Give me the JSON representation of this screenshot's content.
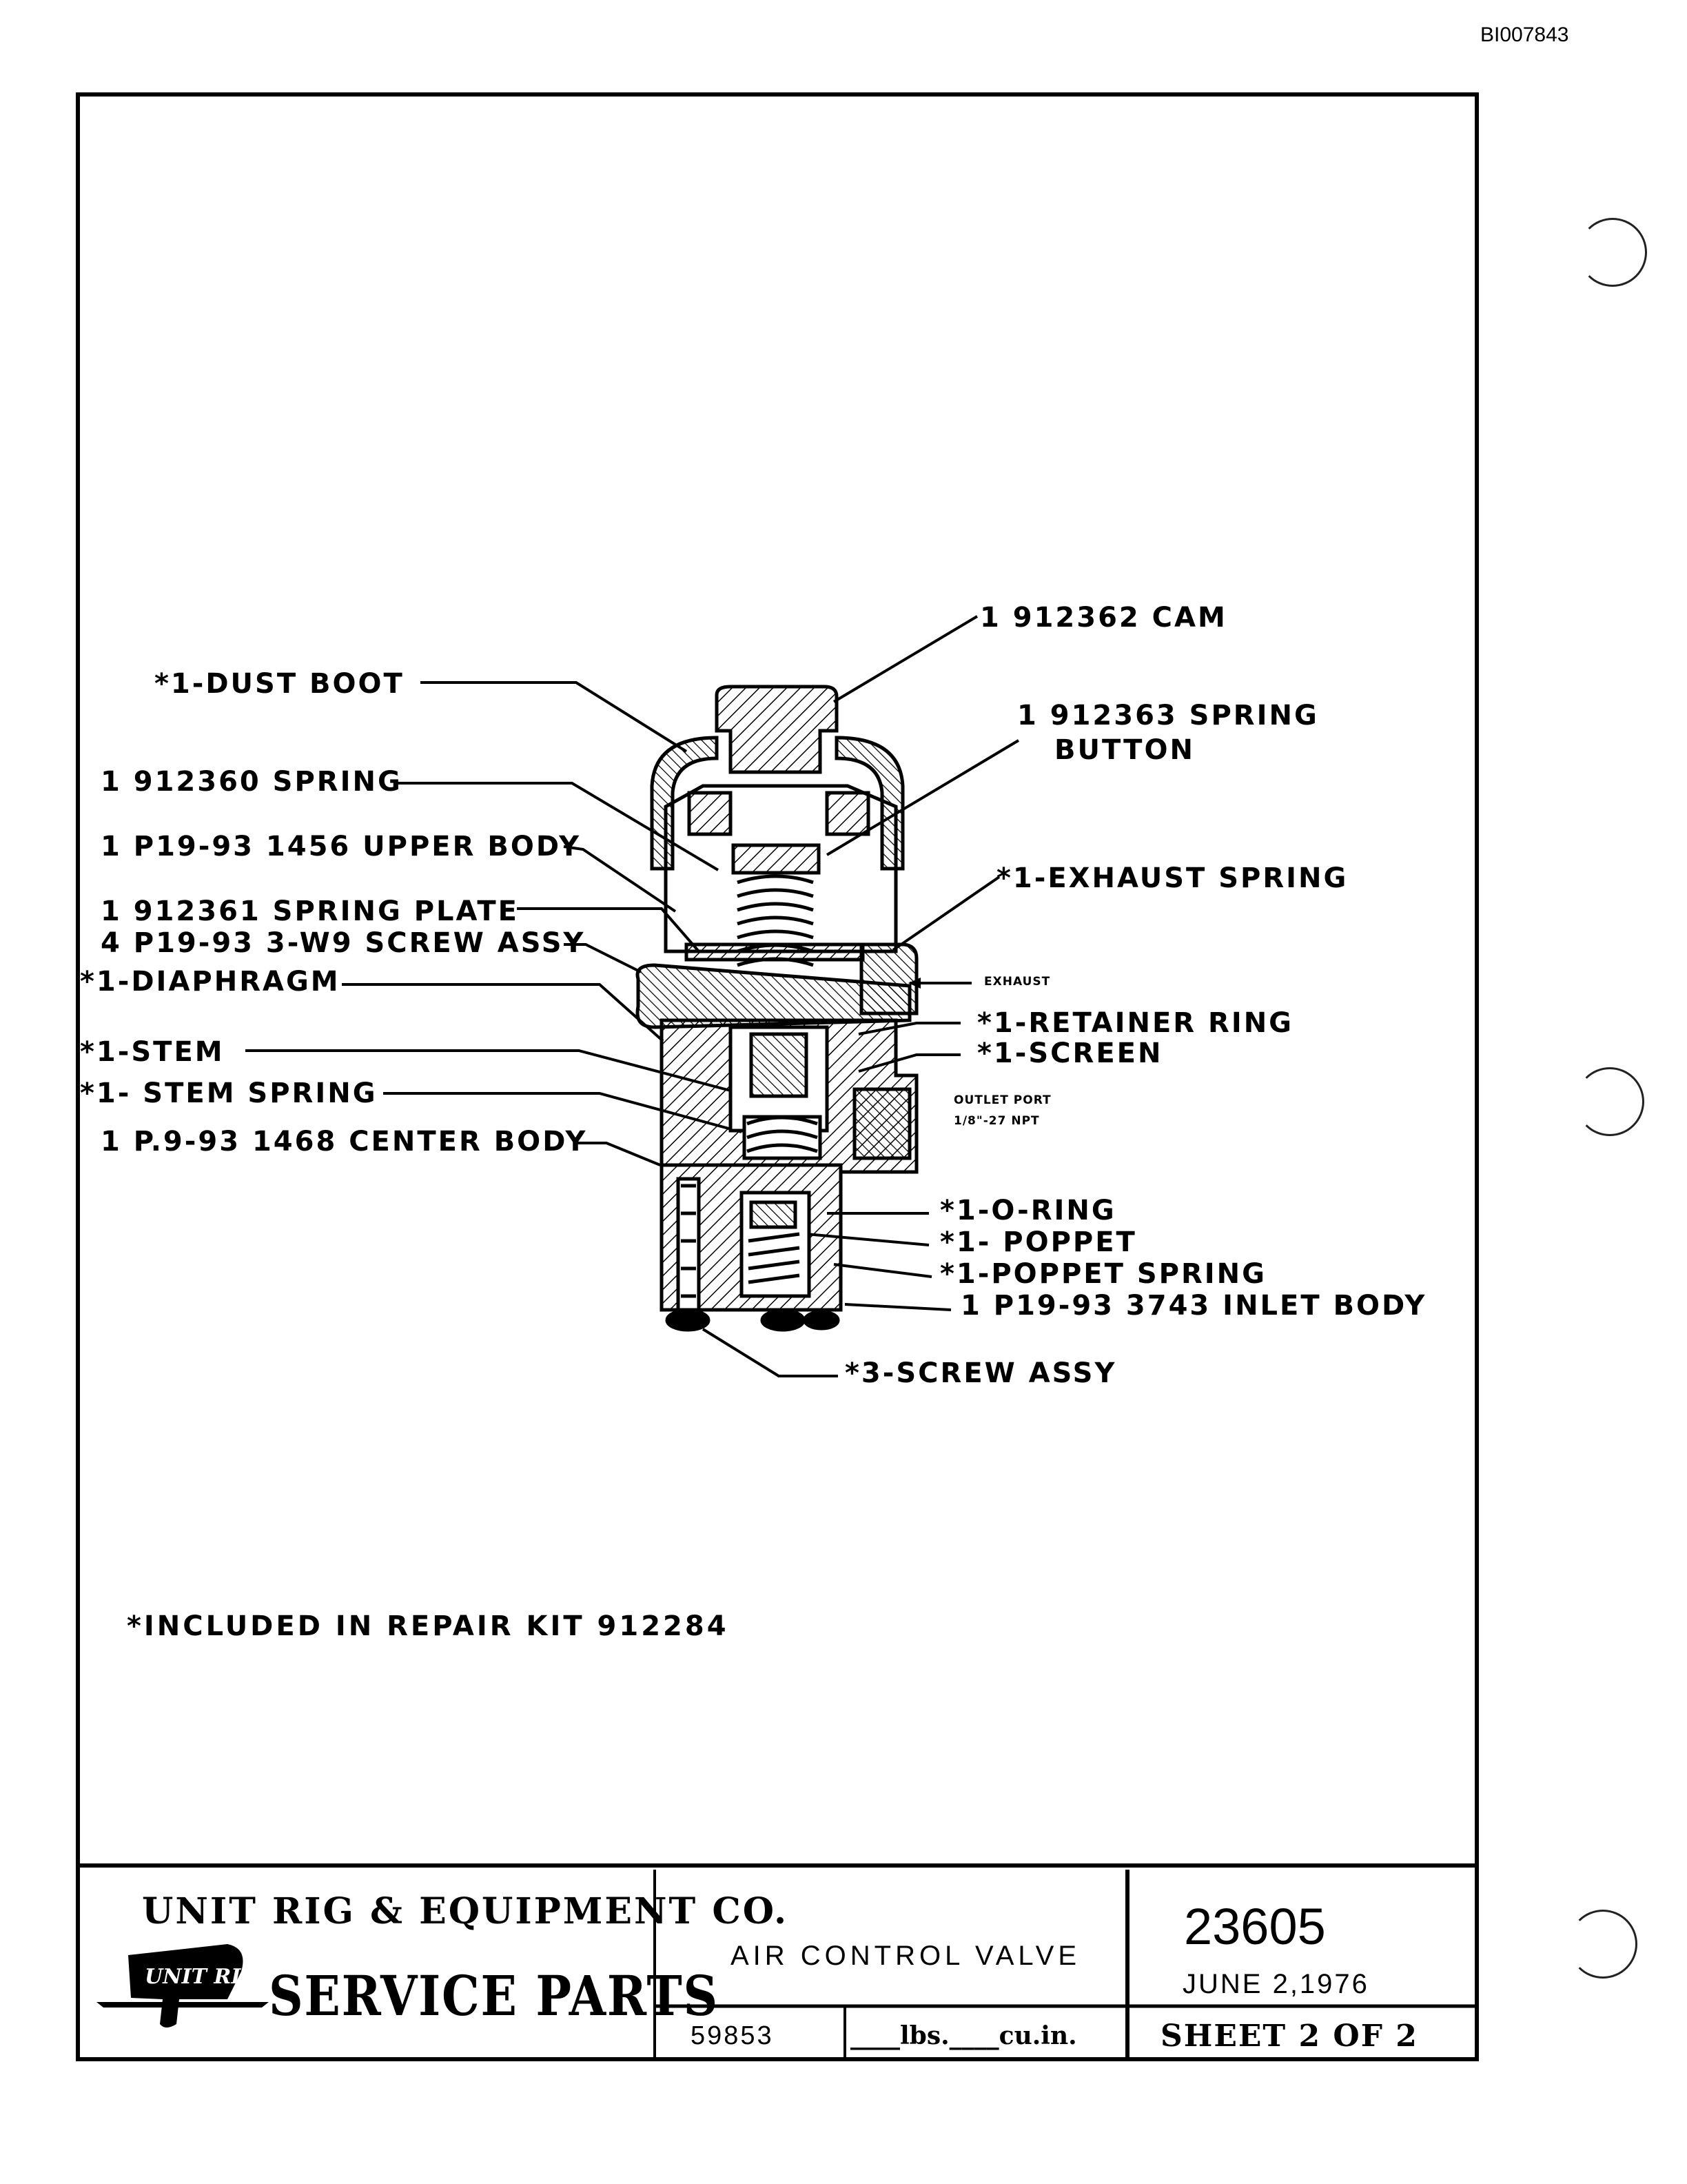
{
  "document_id": "BI007843",
  "labels": {
    "cam": "1 912362 CAM",
    "dust_boot": "*1-DUST BOOT",
    "spring_button_1": "1 912363 SPRING",
    "spring_button_2": "BUTTON",
    "spring": "1 912360 SPRING",
    "upper_body": "1 P19-93 1456 UPPER BODY",
    "exhaust_spring": "*1-EXHAUST SPRING",
    "spring_plate": "1 912361 SPRING PLATE",
    "screw_assy_4": "4 P19-93 3-W9 SCREW ASSY",
    "diaphragm": "*1-DIAPHRAGM",
    "exhaust": "EXHAUST",
    "retainer_ring": "*1-RETAINER RING",
    "stem": "*1-STEM",
    "screen": "*1-SCREEN",
    "stem_spring": "*1- STEM SPRING",
    "outlet_port_1": "OUTLET PORT",
    "outlet_port_2": "1/8\"-27 NPT",
    "center_body": "1 P.9-93 1468 CENTER BODY",
    "o_ring": "*1-O-RING",
    "poppet": "*1- POPPET",
    "poppet_spring": "*1-POPPET SPRING",
    "inlet_body": "1 P19-93 3743 INLET BODY",
    "screw_assy_3": "*3-SCREW ASSY"
  },
  "note": "*INCLUDED IN REPAIR KIT 912284",
  "title_block": {
    "company": "UNIT RIG & EQUIPMENT CO.",
    "logo_text": "UNIT RIG",
    "service_parts": "SERVICE PARTS",
    "title": "AIR CONTROL VALVE",
    "part_number": "23605",
    "date": "JUNE 2,1976",
    "code": "59853",
    "weight": "____lbs.____cu.in.",
    "sheet": "SHEET 2 OF 2"
  }
}
